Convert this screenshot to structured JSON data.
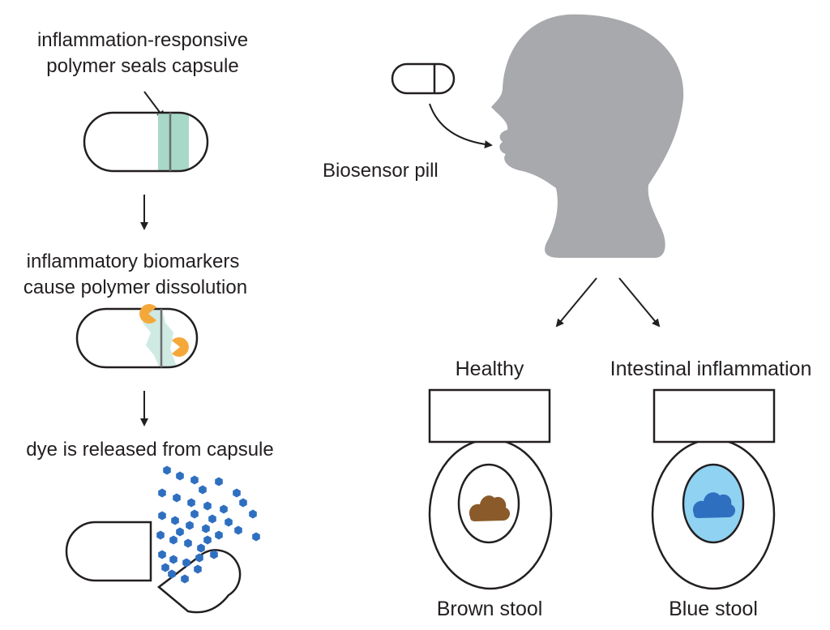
{
  "left_panel": {
    "step1_line1": "inflammation-responsive",
    "step1_line2": "polymer seals capsule",
    "step2_line1": "inflammatory biomarkers",
    "step2_line2": "cause polymer dissolution",
    "step3_line1": "dye is released from capsule"
  },
  "right_panel": {
    "pill_label": "Biosensor pill",
    "healthy_label": "Healthy",
    "inflamed_label": "Intestinal inflammation",
    "brown_label": "Brown stool",
    "blue_label": "Blue stool"
  },
  "colors": {
    "outline": "#231f20",
    "polymer": "#a8d8c8",
    "polymer_dissolving": "#cfeae2",
    "biomarker": "#f5a83a",
    "dye": "#2f6fc0",
    "head": "#a7a9ac",
    "brown_stool": "#8b5a2b",
    "blue_water": "#8fd2f2",
    "blue_stool": "#2f6fc0"
  }
}
